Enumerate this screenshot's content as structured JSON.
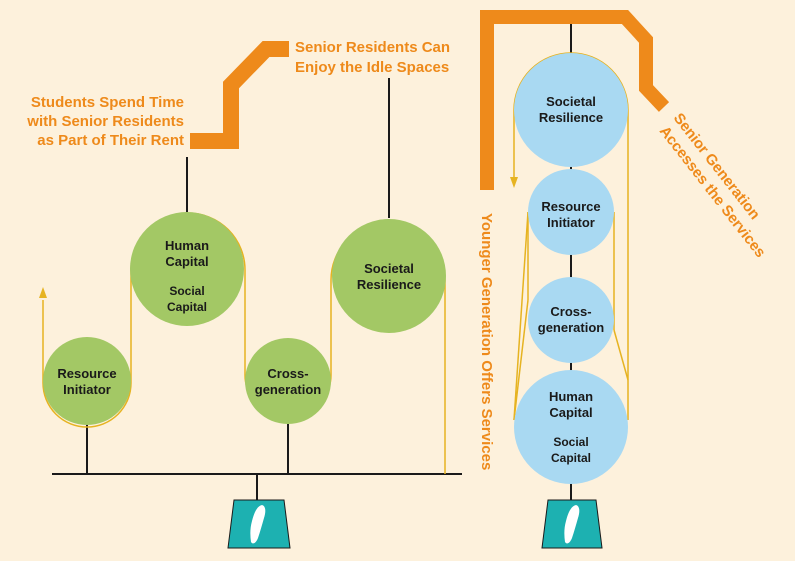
{
  "left_diagram": {
    "callout_students": [
      "Students Spend Time",
      "with Senior Residents",
      "as Part of Their Rent"
    ],
    "callout_seniors": [
      "Senior Residents Can",
      "Enjoy the Idle Spaces"
    ],
    "nodes": {
      "resource_initiator": [
        "Resource",
        "Initiator"
      ],
      "human_capital": [
        "Human",
        "Capital"
      ],
      "human_capital_sub": [
        "Social",
        "Capital"
      ],
      "cross_generation": [
        "Cross-",
        "generation"
      ],
      "societal_resilience": [
        "Societal",
        "Resilience"
      ]
    }
  },
  "right_diagram": {
    "label_younger": "Younger Generation Offers Services",
    "label_senior": [
      "Senior Generation",
      "Accesses the Services"
    ],
    "nodes": {
      "societal_resilience": [
        "Societal",
        "Resilience"
      ],
      "resource_initiator": [
        "Resource",
        "Initiator"
      ],
      "cross_generation": [
        "Cross-",
        "generation"
      ],
      "human_capital": [
        "Human",
        "Capital"
      ],
      "human_capital_sub": [
        "Social",
        "Capital"
      ]
    }
  },
  "colors": {
    "background": "#fdf1dc",
    "orange": "#ee8a1b",
    "green_node": "#a3c865",
    "blue_node": "#a9d9f2",
    "teal_base": "#1db1b1",
    "line": "#1a1a1a"
  }
}
